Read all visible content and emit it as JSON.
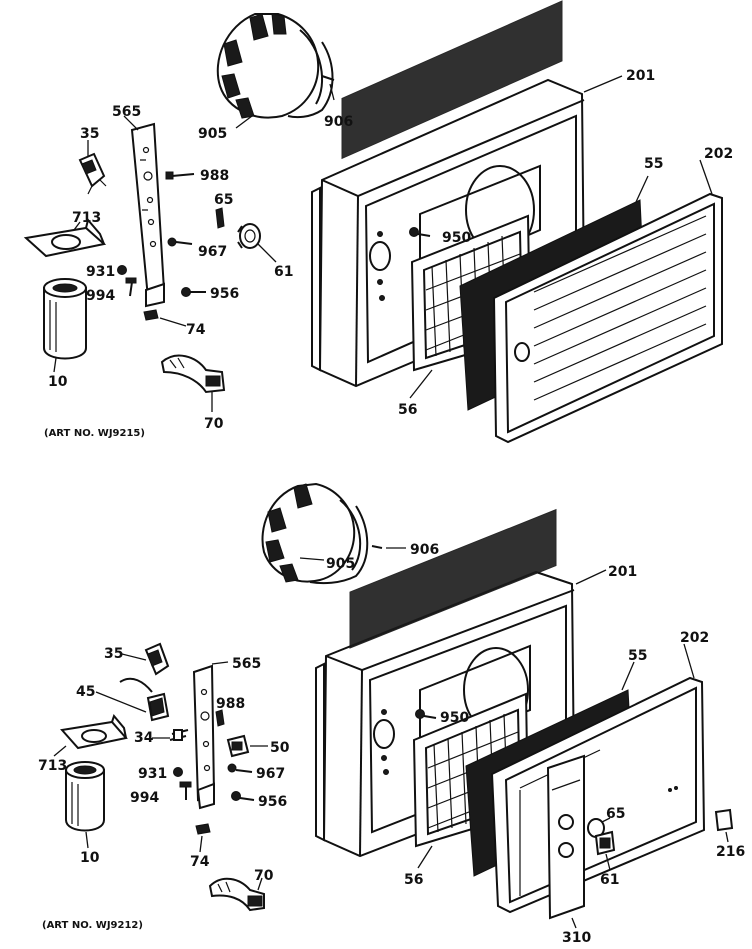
{
  "diagrams": [
    {
      "caption": "(ART NO. WJ9215)",
      "labels": {
        "c201": "201",
        "c202": "202",
        "c55": "55",
        "c56": "56",
        "c950": "950",
        "c905": "905",
        "c906": "906",
        "c565": "565",
        "c35": "35",
        "c988": "988",
        "c65": "65",
        "c713": "713",
        "c967": "967",
        "c61": "61",
        "c931": "931",
        "c994": "994",
        "c956": "956",
        "c74": "74",
        "c10": "10",
        "c70": "70"
      }
    },
    {
      "caption": "(ART NO. WJ9212)",
      "labels": {
        "c905": "905",
        "c906": "906",
        "c201": "201",
        "c202": "202",
        "c55": "55",
        "c950": "950",
        "c35": "35",
        "c565": "565",
        "c45": "45",
        "c988": "988",
        "c34": "34",
        "c50": "50",
        "c713": "713",
        "c931": "931",
        "c967": "967",
        "c994": "994",
        "c956": "956",
        "c10": "10",
        "c74": "74",
        "c70": "70",
        "c56": "56",
        "c65": "65",
        "c61": "61",
        "c216": "216",
        "c310": "310"
      }
    }
  ],
  "colors": {
    "ink": "#111111",
    "paper": "#ffffff"
  }
}
